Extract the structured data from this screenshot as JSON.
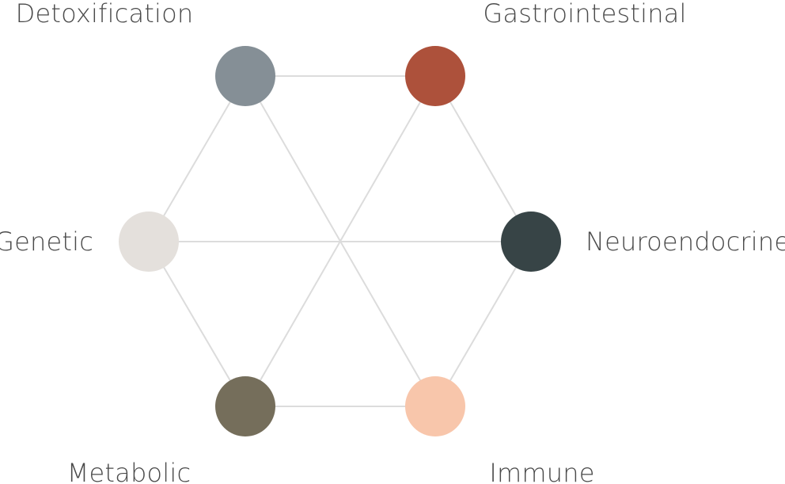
{
  "diagram": {
    "nodes": [
      {
        "id": "detox",
        "label": "Detoxification",
        "color": "#858f96"
      },
      {
        "id": "gi",
        "label": "Gastrointestinal",
        "color": "#ad513b"
      },
      {
        "id": "neuro",
        "label": "Neuroendocrine",
        "color": "#374446"
      },
      {
        "id": "immune",
        "label": "Immune",
        "color": "#f8c6ab"
      },
      {
        "id": "metabolic",
        "label": "Metabolic",
        "color": "#756e5b"
      },
      {
        "id": "genetic",
        "label": "Genetic",
        "color": "#e4e0dc"
      }
    ],
    "edges": [
      [
        "detox",
        "gi"
      ],
      [
        "gi",
        "neuro"
      ],
      [
        "neuro",
        "immune"
      ],
      [
        "immune",
        "metabolic"
      ],
      [
        "metabolic",
        "genetic"
      ],
      [
        "genetic",
        "detox"
      ],
      [
        "detox",
        "immune"
      ],
      [
        "gi",
        "metabolic"
      ],
      [
        "genetic",
        "neuro"
      ]
    ]
  }
}
